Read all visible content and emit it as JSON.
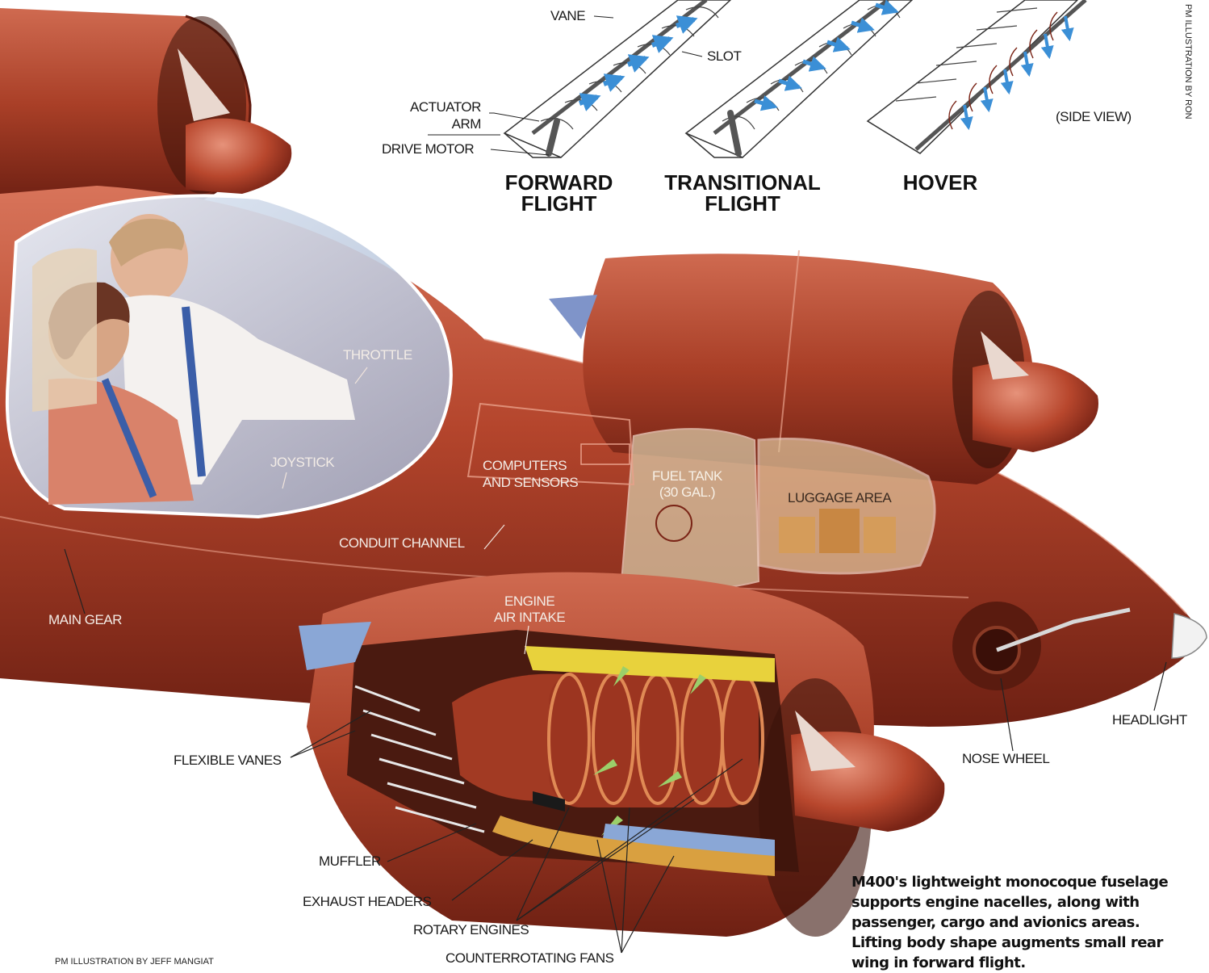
{
  "labels": {
    "vane": "VANE",
    "slot": "SLOT",
    "actuator_arm": "ACTUATOR\nARM",
    "drive_motor": "DRIVE MOTOR",
    "side_view": "(SIDE VIEW)",
    "throttle": "THROTTLE",
    "joystick": "JOYSTICK",
    "computers_and_sensors": "COMPUTERS\nAND SENSORS",
    "fuel_tank": "FUEL TANK\n(30 GAL.)",
    "luggage_area": "LUGGAGE AREA",
    "conduit_channel": "CONDUIT CHANNEL",
    "engine_air_intake": "ENGINE\nAIR INTAKE",
    "main_gear": "MAIN GEAR",
    "headlight": "HEADLIGHT",
    "nose_wheel": "NOSE WHEEL",
    "flexible_vanes": "FLEXIBLE VANES",
    "muffler": "MUFFLER",
    "exhaust_headers": "EXHAUST HEADERS",
    "rotary_engines": "ROTARY ENGINES",
    "counterrotating_fans": "COUNTERROTATING FANS"
  },
  "modes": {
    "forward": "FORWARD\nFLIGHT",
    "transitional": "TRANSITIONAL\nFLIGHT",
    "hover": "HOVER"
  },
  "credits": {
    "side": "PM ILLUSTRATION BY RON",
    "bottom": "PM ILLUSTRATION BY JEFF MANGIAT"
  },
  "caption": "M400's lightweight monocoque fuselage supports engine nacelles, along with passenger, cargo and avionics areas. Lifting body shape augments small rear wing in forward flight.",
  "colors": {
    "body": "#b4452c",
    "body_dark": "#7a2416",
    "body_light": "#d8745a",
    "canopy": "#c9d6ea",
    "flow_arrow": "#3b8fd6",
    "engine_yellow": "#e8d23c",
    "vane_blue": "#8aa7d6"
  }
}
